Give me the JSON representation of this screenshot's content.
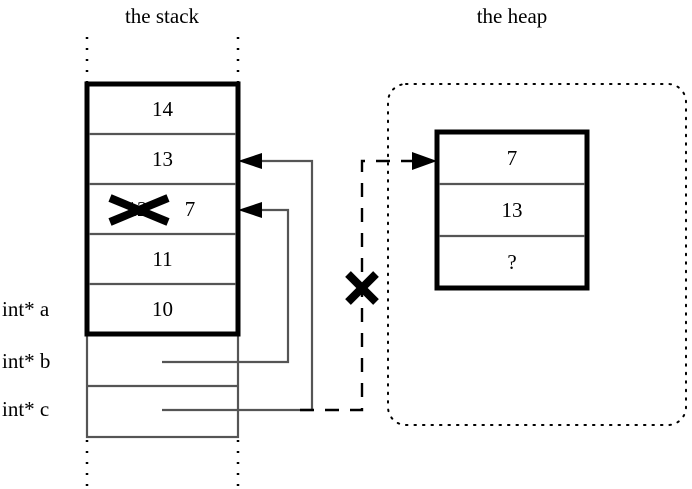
{
  "diagram": {
    "stack": {
      "title": "the stack",
      "cells": [
        {
          "value": "14",
          "crossed": false
        },
        {
          "value": "13",
          "crossed": false
        },
        {
          "value": "12",
          "crossed": true,
          "new_value": "7"
        },
        {
          "value": "11",
          "crossed": false
        },
        {
          "value": "10",
          "crossed": false
        }
      ],
      "pointer_labels": [
        {
          "name": "int* a"
        },
        {
          "name": "int* b"
        },
        {
          "name": "int* c"
        }
      ]
    },
    "heap": {
      "title": "the heap",
      "cells": [
        {
          "value": "7"
        },
        {
          "value": "13"
        },
        {
          "value": "?"
        }
      ]
    },
    "marks": {
      "crossed_out_stack_value": "12",
      "crossed_out_pointer": "int* c"
    },
    "colors": {
      "stroke": "#000000",
      "thin_stroke": "#555555",
      "background": "#ffffff"
    }
  }
}
